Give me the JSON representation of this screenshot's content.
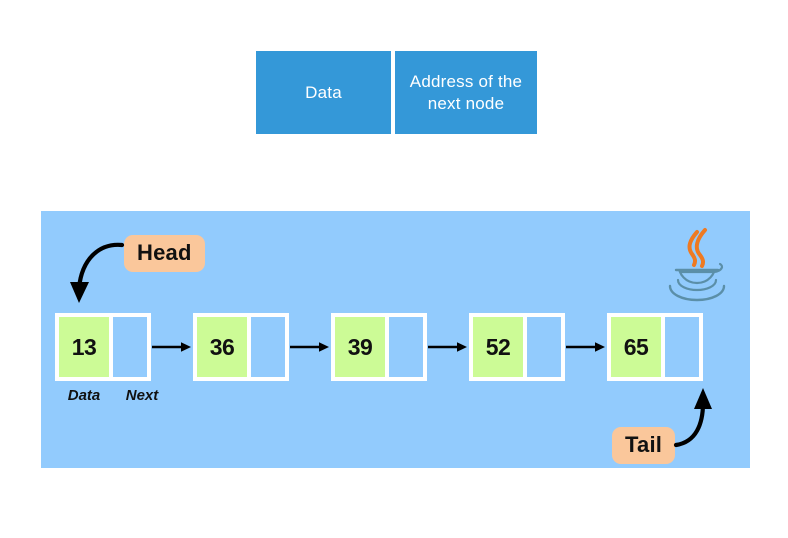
{
  "legend": {
    "data_label": "Data",
    "address_label": "Address of the\nnext node",
    "address_line1": "Address of the",
    "address_line2": "next node",
    "box_color": "#3498d8",
    "text_color": "#ffffff"
  },
  "panel": {
    "background_color": "#92cbfd"
  },
  "diagram": {
    "title": "singly-linked-list",
    "nodes": [
      {
        "value": "13",
        "next_label": ""
      },
      {
        "value": "36",
        "next_label": ""
      },
      {
        "value": "39",
        "next_label": ""
      },
      {
        "value": "52",
        "next_label": ""
      },
      {
        "value": "65",
        "next_label": ""
      }
    ],
    "captions": {
      "data": "Data",
      "next": "Next"
    },
    "pointers": {
      "head": "Head",
      "tail": "Tail"
    },
    "colors": {
      "node_data_fill": "#ccfb96",
      "node_next_fill": "#92cbfd",
      "node_border": "#ffffff",
      "badge_fill": "#fac79b",
      "arrow": "#000000",
      "value_text": "#111111"
    },
    "logo": {
      "name": "java-logo",
      "steam_color": "#ee7a22",
      "cup_color": "#5b8fa8"
    }
  }
}
